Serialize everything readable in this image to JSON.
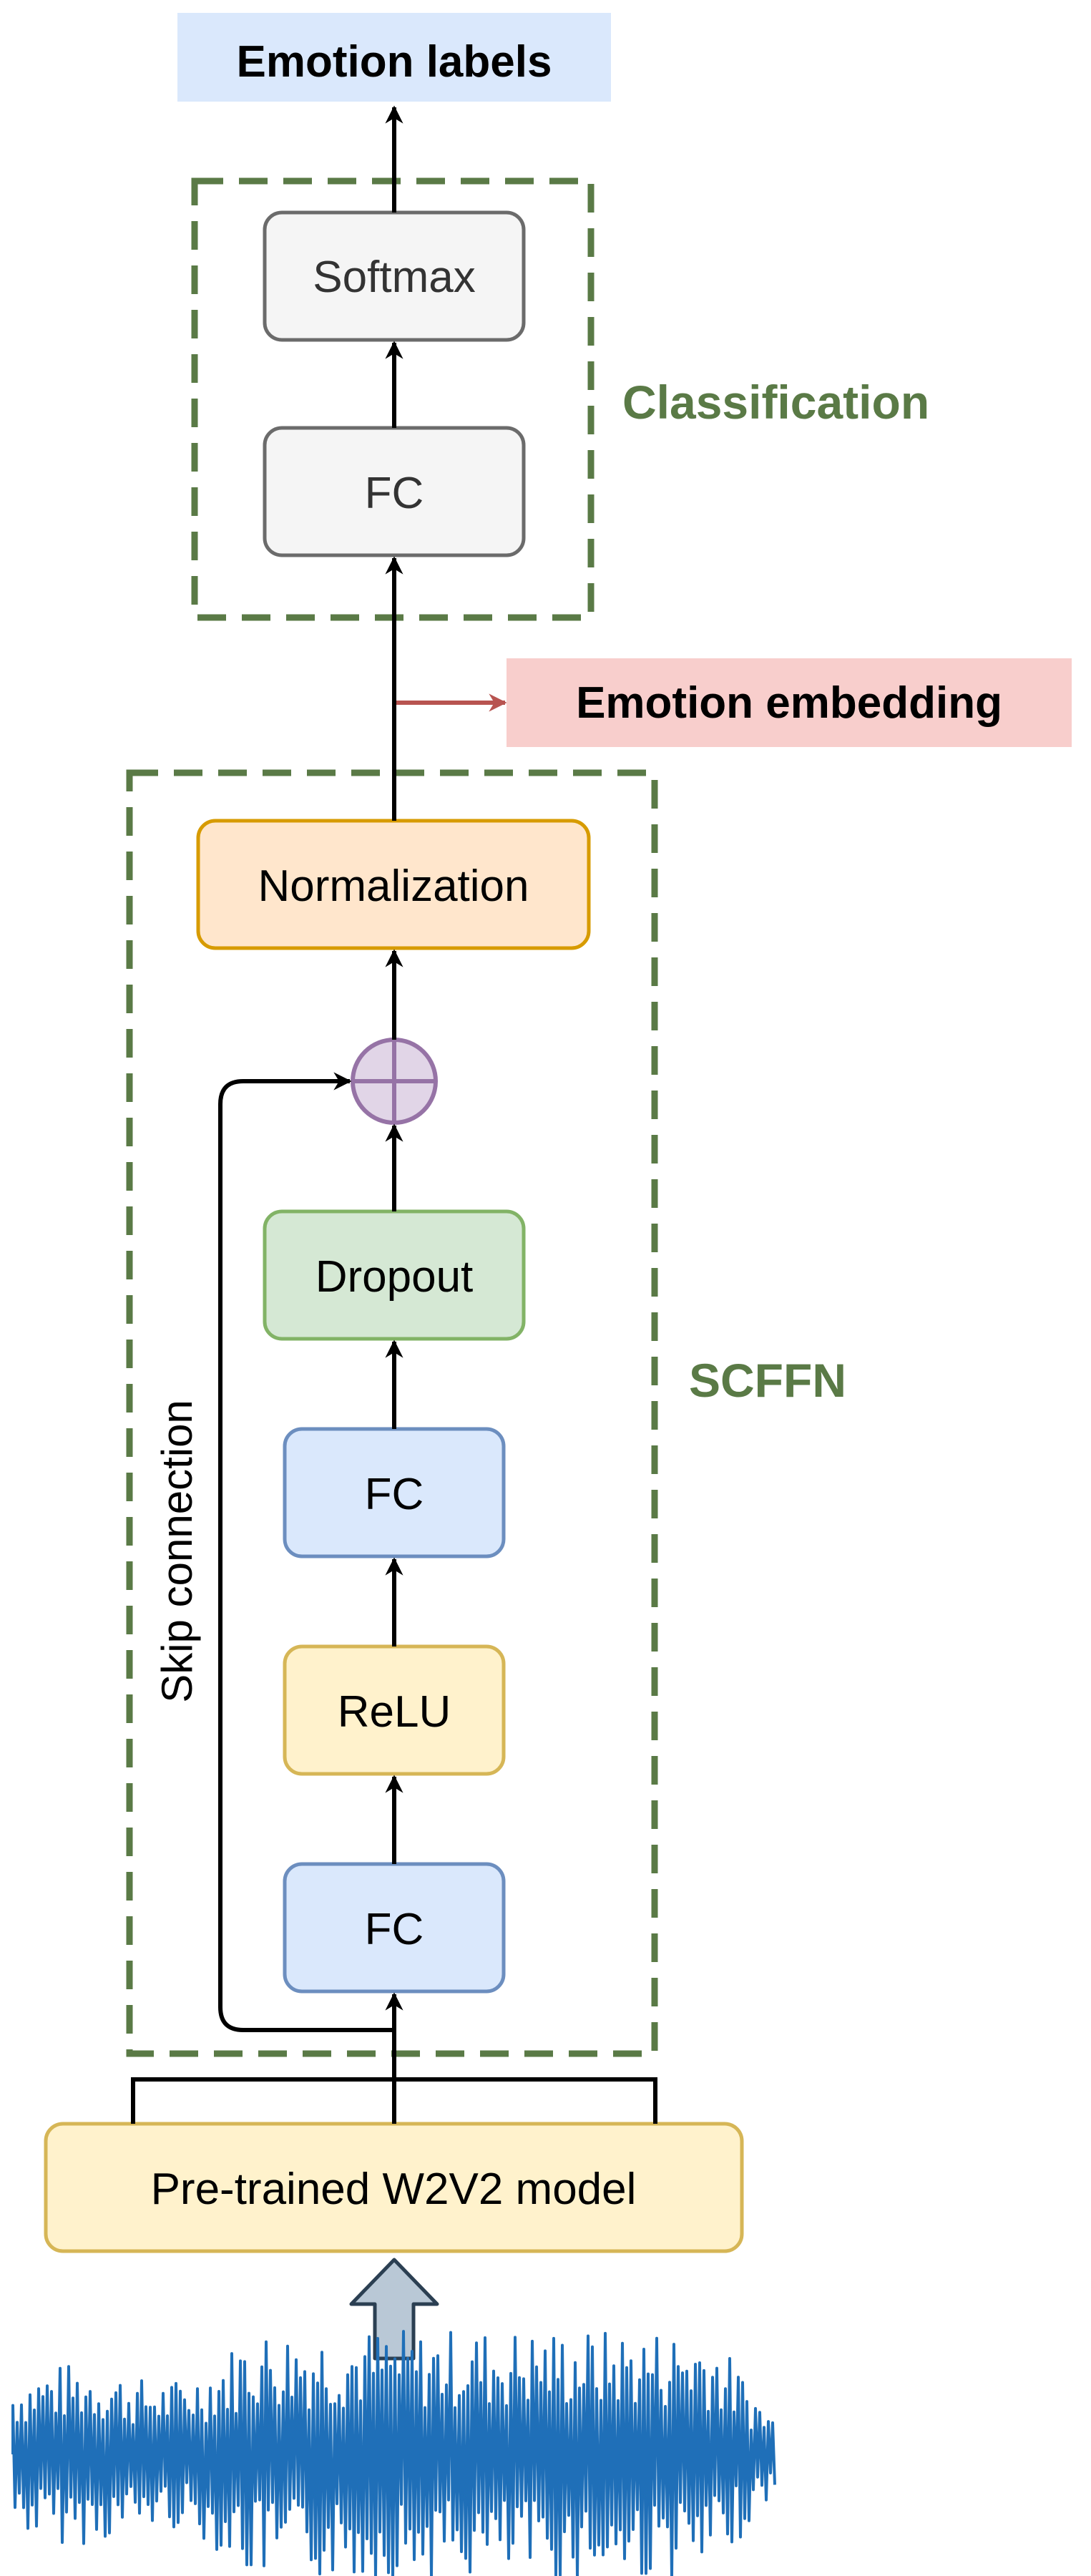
{
  "output_label": "Emotion labels",
  "classification": {
    "title": "Classification",
    "softmax": "Softmax",
    "fc": "FC"
  },
  "embedding_label": "Emotion embedding",
  "scffn": {
    "title": "SCFFN",
    "normalization": "Normalization",
    "dropout": "Dropout",
    "fc_top": "FC",
    "relu": "ReLU",
    "fc_bottom": "FC",
    "skip_label": "Skip connection"
  },
  "backbone_label": "Pre-trained W2V2 model",
  "colors": {
    "output_bg": "#dae8fc",
    "embedding_bg": "#f8cecc",
    "group_border": "#5a7a46",
    "group_title": "#5a7a46",
    "gray_fill": "#f5f5f5",
    "gray_stroke": "#6b6b6b",
    "orange_fill": "#ffe6cc",
    "orange_stroke": "#d79b00",
    "green_fill": "#d5e8d4",
    "green_stroke": "#82b366",
    "blue_fill": "#dae8fc",
    "blue_stroke": "#6c8ebf",
    "yellow_fill": "#fff2cc",
    "yellow_stroke": "#d6b656",
    "sum_fill": "#e1d5e7",
    "sum_stroke": "#9673a6",
    "embed_arrow": "#b85450",
    "waveform": "#1f6fb8",
    "input_arrow_fill": "#b9c8d6",
    "input_arrow_stroke": "#2b3f52"
  }
}
